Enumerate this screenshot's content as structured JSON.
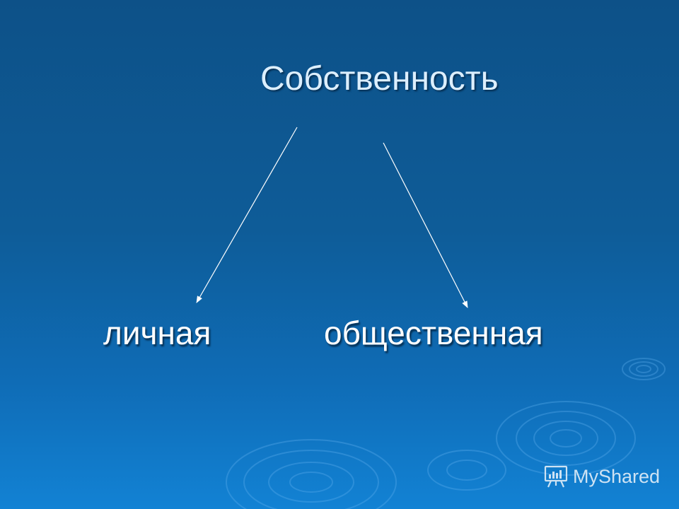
{
  "slide": {
    "title": "Собственность",
    "nodes": {
      "left": "личная",
      "right": "общественная"
    }
  },
  "watermark": {
    "text": "MyShared",
    "icon": "presentation-board-icon"
  },
  "colors": {
    "background_top": "#0d5188",
    "background_bottom": "#1282d4",
    "text": "#ffffff",
    "arrow": "#ffffff"
  }
}
